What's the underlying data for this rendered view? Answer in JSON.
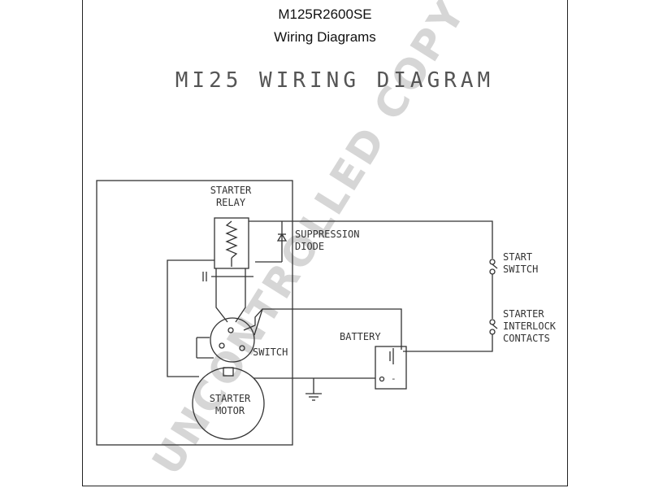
{
  "header": {
    "model": "M125R2600SE",
    "subtitle": "Wiring Diagrams"
  },
  "diagram": {
    "title": "MI25 WIRING DIAGRAM",
    "labels": {
      "starter_relay_1": "STARTER",
      "starter_relay_2": "RELAY",
      "suppression_1": "SUPPRESSION",
      "suppression_2": "DIODE",
      "start_switch_1": "START",
      "start_switch_2": "SWITCH",
      "interlock_1": "STARTER",
      "interlock_2": "INTERLOCK",
      "interlock_3": "CONTACTS",
      "battery": "BATTERY",
      "switch": "SWITCH",
      "motor_1": "STARTER",
      "motor_2": "MOTOR",
      "battery_plus": "+",
      "battery_minus": "-"
    }
  },
  "watermark": "UNCONTROLLED COPY",
  "colors": {
    "line": "#333333",
    "watermark": "#d4d4d4"
  }
}
